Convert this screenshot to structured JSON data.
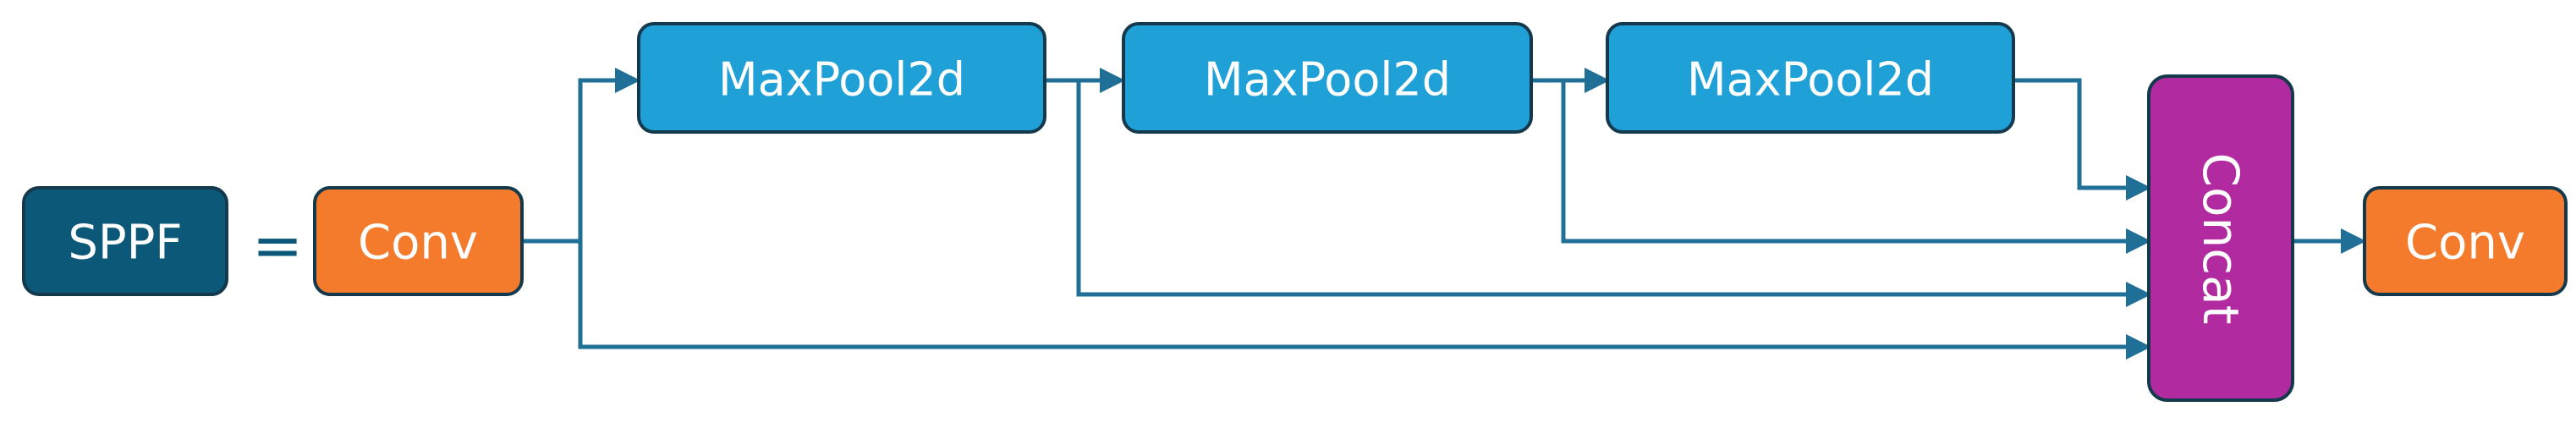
{
  "nodes": {
    "sppf": {
      "label": "SPPF",
      "color": "#0b5878"
    },
    "equals": {
      "label": "="
    },
    "conv_in": {
      "label": "Conv",
      "color": "#f47a2c"
    },
    "maxpool_1": {
      "label": "MaxPool2d",
      "color": "#1fa1d8"
    },
    "maxpool_2": {
      "label": "MaxPool2d",
      "color": "#1fa1d8"
    },
    "maxpool_3": {
      "label": "MaxPool2d",
      "color": "#1fa1d8"
    },
    "concat": {
      "label": "Concat",
      "color": "#b22aa0"
    },
    "conv_out": {
      "label": "Conv",
      "color": "#f47a2c"
    }
  },
  "colors": {
    "border": "#14394d",
    "edge": "#1f6f96",
    "equals": "#0b5878"
  }
}
